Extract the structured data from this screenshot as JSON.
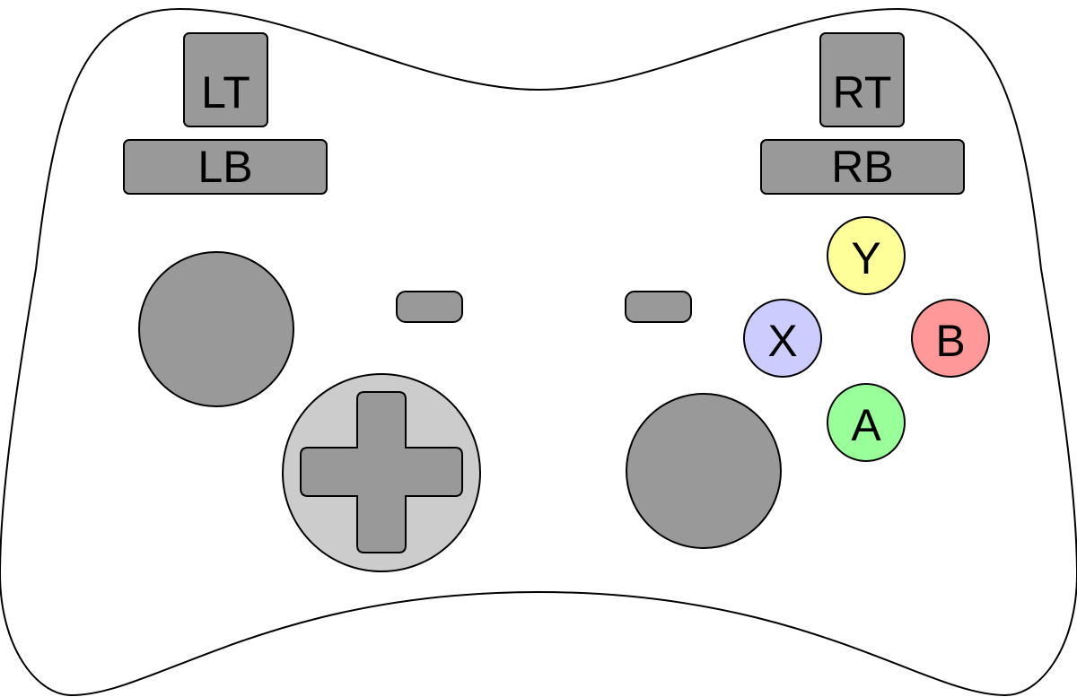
{
  "controller": {
    "triggers": {
      "left": "LT",
      "right": "RT"
    },
    "bumpers": {
      "left": "LB",
      "right": "RB"
    },
    "face_buttons": {
      "top": "Y",
      "left": "X",
      "right": "B",
      "bottom": "A"
    },
    "colors": {
      "body_fill": "#ffffff",
      "outline": "#000000",
      "control_gray": "#999999",
      "dpad_base": "#cccccc",
      "button_y": "#ffff99",
      "button_x": "#ccccff",
      "button_b": "#ff9999",
      "button_a": "#99ff99"
    }
  }
}
